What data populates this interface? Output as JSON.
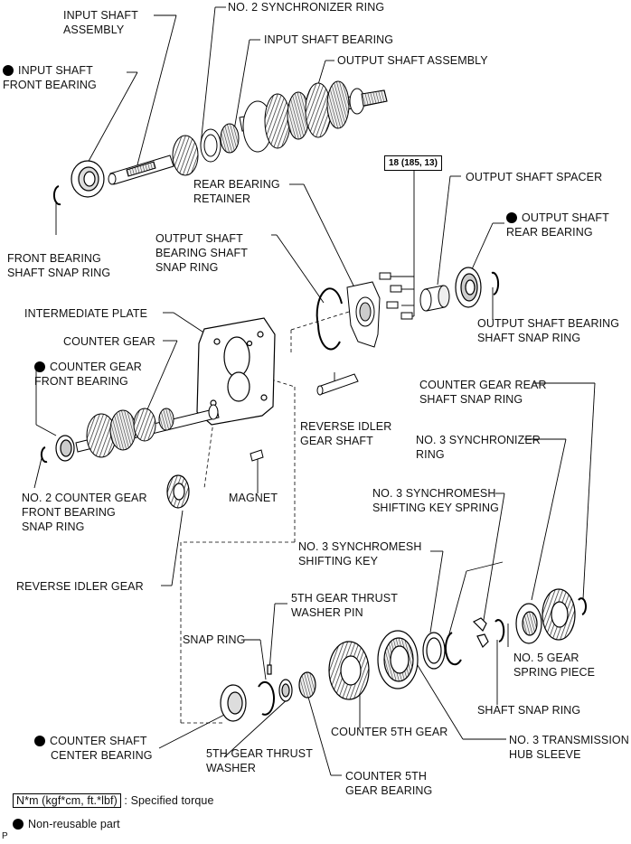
{
  "labels": {
    "input_shaft_assembly": "INPUT SHAFT\nASSEMBLY",
    "no2_synchronizer_ring": "NO. 2 SYNCHRONIZER RING",
    "input_shaft_bearing": "INPUT SHAFT BEARING",
    "input_shaft_front_bearing": "INPUT SHAFT\nFRONT BEARING",
    "output_shaft_assembly": "OUTPUT SHAFT ASSEMBLY",
    "torque_value": "18 (185, 13)",
    "rear_bearing_retainer": "REAR BEARING\nRETAINER",
    "output_shaft_spacer": "OUTPUT SHAFT SPACER",
    "output_shaft_rear_bearing": "OUTPUT SHAFT\nREAR BEARING",
    "front_bearing_shaft_snap_ring": "FRONT BEARING\nSHAFT SNAP RING",
    "output_shaft_bearing_shaft_snap_ring_left": "OUTPUT SHAFT\nBEARING SHAFT\nSNAP RING",
    "output_shaft_bearing_shaft_snap_ring_right": "OUTPUT SHAFT BEARING\nSHAFT SNAP RING",
    "intermediate_plate": "INTERMEDIATE PLATE",
    "counter_gear": "COUNTER GEAR",
    "counter_gear_front_bearing": "COUNTER GEAR\nFRONT BEARING",
    "counter_gear_rear_shaft_snap_ring": "COUNTER GEAR REAR\nSHAFT SNAP RING",
    "reverse_idler_gear_shaft": "REVERSE IDLER\nGEAR SHAFT",
    "no3_synchronizer_ring": "NO. 3 SYNCHRONIZER\nRING",
    "no2_counter_gear_front_bearing_snap_ring": "NO. 2 COUNTER GEAR\nFRONT BEARING\nSNAP RING",
    "magnet": "MAGNET",
    "no3_synchromesh_shifting_key_spring": "NO. 3 SYNCHROMESH\nSHIFTING KEY SPRING",
    "no3_synchromesh_shifting_key": "NO. 3 SYNCHROMESH\nSHIFTING KEY",
    "reverse_idler_gear": "REVERSE IDLER GEAR",
    "fifth_gear_thrust_washer_pin": "5TH GEAR THRUST\nWASHER PIN",
    "snap_ring": "SNAP RING",
    "no5_gear_spring_piece": "NO. 5 GEAR\nSPRING PIECE",
    "shaft_snap_ring": "SHAFT SNAP RING",
    "counter_fifth_gear": "COUNTER 5TH GEAR",
    "no3_transmission_hub_sleeve": "NO. 3 TRANSMISSION\nHUB SLEEVE",
    "counter_shaft_center_bearing": "COUNTER SHAFT\nCENTER BEARING",
    "fifth_gear_thrust_washer": "5TH GEAR THRUST\nWASHER",
    "counter_fifth_gear_bearing": "COUNTER 5TH\nGEAR BEARING"
  },
  "legend": {
    "torque_unit": "N*m (kgf*cm, ft.*lbf)",
    "torque_desc": ": Specified torque",
    "non_reusable": "Non-reusable part"
  },
  "corner_mark": "P"
}
